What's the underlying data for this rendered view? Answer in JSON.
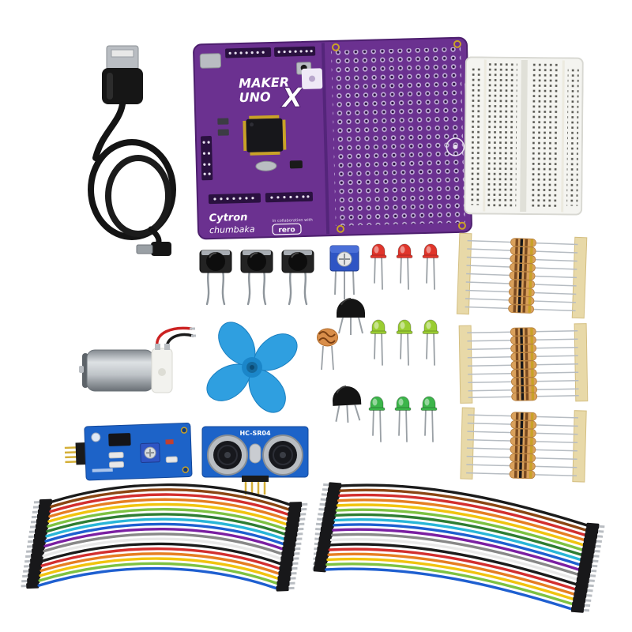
{
  "scene": {
    "description": "Flat-lay product photo of a Maker UNO X electronics starter kit with components on white background",
    "background": "#ffffff"
  },
  "board": {
    "logo_line1": "MAKER",
    "logo_line2": "UNO",
    "logo_x": "X",
    "brand": "Cytron",
    "collab_text": "In collaboration with",
    "partner_chumbaka": "chumbaka",
    "partner_rero": "rero"
  },
  "ultrasonic": {
    "label": "HC-SR04"
  },
  "colors": {
    "board_purple": "#6b3190",
    "board_dark": "#2c123f",
    "pcb_blue": "#1d63c8",
    "fan_blue": "#2f9fe0",
    "led_red": "#e0352b",
    "led_green_light": "#9acd32",
    "led_green": "#3cb54a",
    "breadboard_white": "#f4f4f0",
    "resistor_tape": "#e8d9a8",
    "resistor_body": "#d9a05b",
    "cable_black": "#141414"
  },
  "components": [
    {
      "name": "usb-cable",
      "label": "USB cable"
    },
    {
      "name": "maker-uno-x-board",
      "label": "Maker UNO X board with prototyping area"
    },
    {
      "name": "breadboard",
      "label": "Mini breadboard"
    },
    {
      "name": "push-buttons",
      "label": "Tactile push buttons x3"
    },
    {
      "name": "potentiometer",
      "label": "Preset potentiometer"
    },
    {
      "name": "red-leds",
      "label": "Red LEDs x3"
    },
    {
      "name": "resistor-strips",
      "label": "Taped resistor bundles x3"
    },
    {
      "name": "dc-motor",
      "label": "DC motor with leads"
    },
    {
      "name": "fan-blade",
      "label": "Blue fan propeller"
    },
    {
      "name": "ldr",
      "label": "Light dependent resistor"
    },
    {
      "name": "transistors",
      "label": "Transistors x2"
    },
    {
      "name": "green-leds",
      "label": "Green LEDs x6"
    },
    {
      "name": "ir-sensor-module",
      "label": "Sensor module board"
    },
    {
      "name": "ultrasonic-sensor",
      "label": "Ultrasonic distance sensor"
    },
    {
      "name": "jumper-wires",
      "label": "Rainbow jumper wire bundles x2"
    }
  ]
}
